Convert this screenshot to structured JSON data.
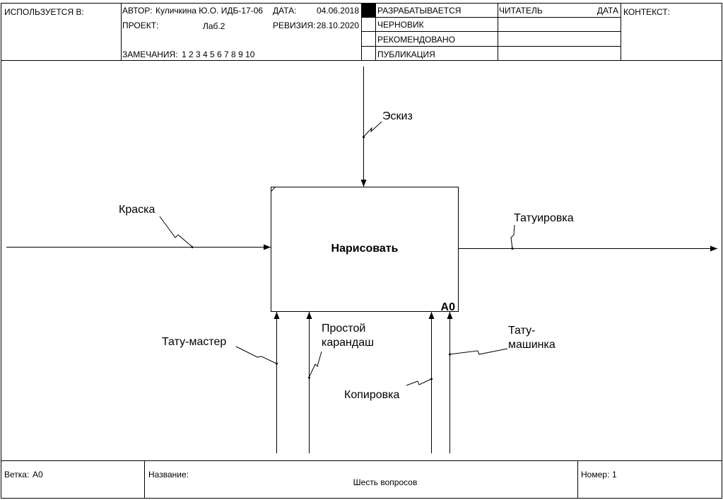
{
  "header": {
    "used_in": "ИСПОЛЬЗУЕТСЯ В:",
    "author_label": "АВТОР:",
    "author": "Куличкина Ю.О. ИДБ-17-06",
    "date_label": "ДАТА:",
    "date": "04.06.2018",
    "project_label": "ПРОЕКТ:",
    "project": "Лаб.2",
    "revision_label": "РЕВИЗИЯ:",
    "revision": "28.10.2020",
    "notes_label": "ЗАМЕЧАНИЯ:",
    "notes": "1 2 3 4 5 6 7 8 9 10",
    "status_items": [
      "РАЗРАБАТЫВАЕТСЯ",
      "ЧЕРНОВИК",
      "РЕКОМЕНДОВАНО",
      "ПУБЛИКАЦИЯ"
    ],
    "reader_label": "ЧИТАТЕЛЬ",
    "reader_date_label": "ДАТА",
    "context_label": "КОНТЕКСТ:"
  },
  "activity": {
    "name": "Нарисовать",
    "node": "A0"
  },
  "arrows": {
    "input": "Краска",
    "control": "Эскиз",
    "output": "Татуировка",
    "mechanisms": [
      "Тату-мастер",
      "Простой карандаш",
      "Копировка",
      "Тату-машинка"
    ]
  },
  "footer": {
    "branch_label": "Ветка:",
    "branch": "A0",
    "name_label": "Название:",
    "title": "Шесть вопросов",
    "number_label": "Номер:",
    "number": "1"
  }
}
